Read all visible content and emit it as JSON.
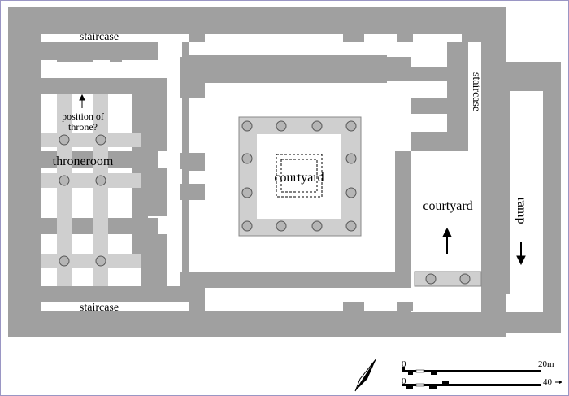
{
  "labels": {
    "staircase_top": "staircase",
    "staircase_bottom": "staircase",
    "staircase_right": "staircase",
    "position_line1": "position of",
    "position_line2": "throne?",
    "throneroom": "throneroom",
    "courtyard_center": "courtyard",
    "courtyard_right": "courtyard",
    "ramp": "ramp"
  },
  "scale": {
    "zero_top": "0",
    "twenty": "20m",
    "zero_bottom": "0",
    "forty": "40"
  },
  "colors": {
    "wall": "#a0a0a0",
    "colonnade": "#cfcfcf",
    "column": "#b5b5b5",
    "floor": "#ffffff",
    "frame": "#9a96c4"
  },
  "icons": {
    "north": "north-arrow-icon",
    "arrows": "direction-arrow-icon"
  }
}
